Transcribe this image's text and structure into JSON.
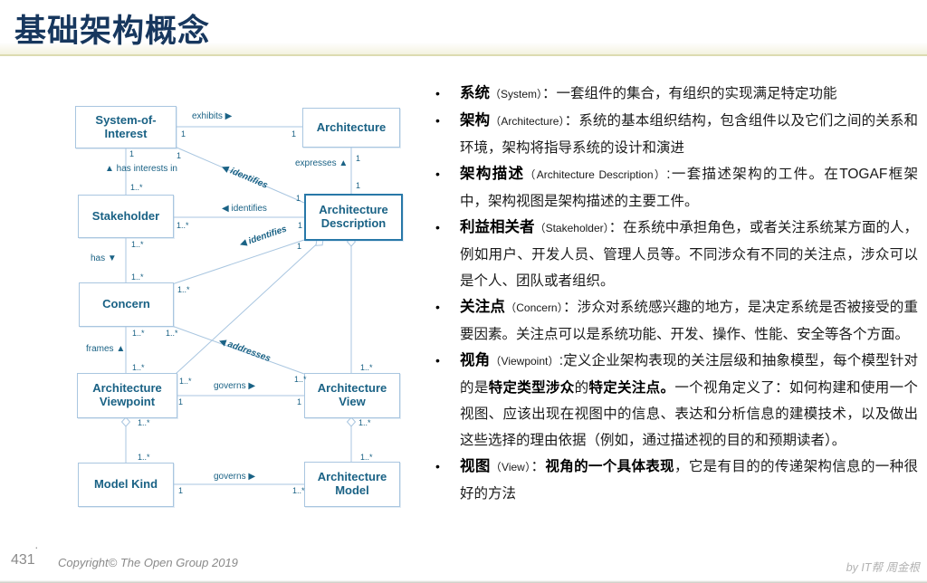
{
  "slide": {
    "title": "基础架构概念",
    "page_number": "431",
    "stray_dot": "·",
    "copyright": "Copyright© The Open Group 2019",
    "credit": "by IT帮 周金根"
  },
  "bullet_marker": "•",
  "diagram": {
    "boxes": [
      "System-of-Interest",
      "Architecture",
      "Stakeholder",
      "Architecture Description",
      "Concern",
      "Architecture Viewpoint",
      "Architecture View",
      "Model Kind",
      "Architecture Model"
    ],
    "edge_labels": [
      "exhibits ▶",
      "▲ has interests in",
      "◀ identifies",
      "expresses ▲",
      "◀ identifies",
      "has ▼",
      "◀ identifies",
      "frames ▲",
      "◀ addresses",
      "governs ▶",
      "governs ▶"
    ],
    "multiplicities": [
      "1",
      "1",
      "1",
      "1",
      "1",
      "1",
      "1..*",
      "1..*",
      "1",
      "1",
      "1",
      "1..*",
      "1..*",
      "1..*",
      "1..*",
      "1..*",
      "1..*",
      "1..*",
      "1..*",
      "1..*",
      "1",
      "1",
      "1..*",
      "1..*",
      "1..*",
      "1..*",
      "1",
      "1..*"
    ]
  },
  "bullets": [
    {
      "segments": [
        {
          "text": "系统",
          "style": "term"
        },
        {
          "text": "（System）",
          "style": "en"
        },
        {
          "text": "：一套组件的集合，有组织的实现满足特定功能",
          "style": "normal"
        }
      ]
    },
    {
      "segments": [
        {
          "text": "架构",
          "style": "term"
        },
        {
          "text": "（Architecture）",
          "style": "en"
        },
        {
          "text": "：系统的基本组织结构，包含组件以及它们之间的关系和环境，架构将指导系统的设计和演进",
          "style": "normal"
        }
      ]
    },
    {
      "segments": [
        {
          "text": "架构描述",
          "style": "term"
        },
        {
          "text": "（Architecture Description）",
          "style": "en"
        },
        {
          "text": ":一套描述架构的工件。在TOGAF框架中，架构视图是架构描述的主要工件。",
          "style": "normal"
        }
      ]
    },
    {
      "segments": [
        {
          "text": "利益相关者",
          "style": "term"
        },
        {
          "text": "（Stakeholder）",
          "style": "en"
        },
        {
          "text": "：在系统中承担角色，或者关注系统某方面的人，例如用户、开发人员、管理人员等。不同涉众有不同的关注点，涉众可以是个人、团队或者组织。",
          "style": "normal"
        }
      ]
    },
    {
      "segments": [
        {
          "text": "关注点",
          "style": "term"
        },
        {
          "text": "（Concern）",
          "style": "en"
        },
        {
          "text": "：涉众对系统感兴趣的地方，是决定系统是否被接受的重要因素。关注点可以是系统功能、开发、操作、性能、安全等各个方面。",
          "style": "normal"
        }
      ]
    },
    {
      "segments": [
        {
          "text": "视角",
          "style": "term"
        },
        {
          "text": "（Viewpoint）",
          "style": "en"
        },
        {
          "text": ":定义企业架构表现的关注层级和抽象模型，每个模型针对的是",
          "style": "normal"
        },
        {
          "text": "特定类型涉众",
          "style": "bold"
        },
        {
          "text": "的",
          "style": "normal"
        },
        {
          "text": "特定关注点。",
          "style": "bold"
        },
        {
          "text": "一个视角定义了：如何构建和使用一个视图、应该出现在视图中的信息、表达和分析信息的建模技术，以及做出这些选择的理由依据（例如，通过描述视的目的和预期读者）。",
          "style": "normal"
        }
      ]
    },
    {
      "segments": [
        {
          "text": "视图",
          "style": "term"
        },
        {
          "text": "（View）",
          "style": "en"
        },
        {
          "text": "：",
          "style": "normal"
        },
        {
          "text": "视角的一个具体表现",
          "style": "bold"
        },
        {
          "text": "，它是有目的的传递架构信息的一种很好的方法",
          "style": "normal"
        }
      ]
    }
  ]
}
